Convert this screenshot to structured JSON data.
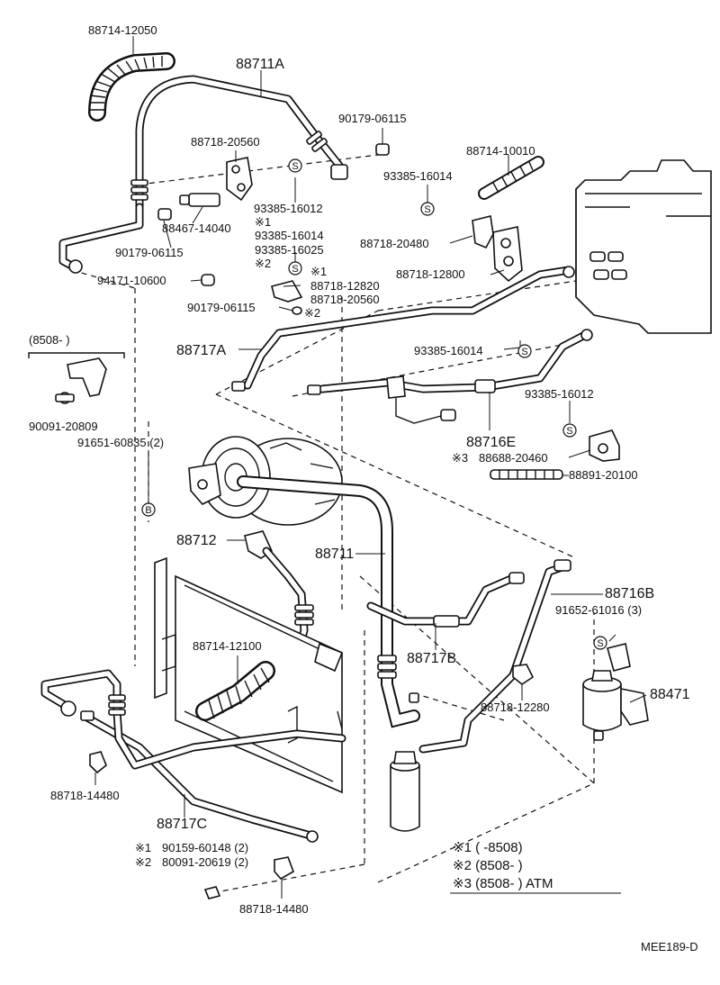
{
  "labels": {
    "p88714_12050": "88714-12050",
    "p88711A": "88711A",
    "p90179_06115_a": "90179-06115",
    "p88718_20560_a": "88718-20560",
    "p88714_10010": "88714-10010",
    "p93385_16014_a": "93385-16014",
    "p93385_16012_a": "93385-16012",
    "p88467_14040": "88467-14040",
    "p93385_16014_b": "93385-16014",
    "p93385_16025": "93385-16025",
    "p90179_06115_b": "90179-06115",
    "p88718_20480": "88718-20480",
    "p88718_12800": "88718-12800",
    "p94171_10600": "94171-10600",
    "p88718_12820": "88718-12820",
    "p88718_20560_b": "88718-20560",
    "p90179_06115_c": "90179-06115",
    "p88717A": "88717A",
    "p93385_16014_c": "93385-16014",
    "p93385_16012_b": "93385-16012",
    "p8508_bracket": "(8508-        )",
    "p90091_20809": "90091-20809",
    "p91651_60835": "91651-60835 (2)",
    "p88716E": "88716E",
    "p88688_20460": "88688-20460",
    "p88891_20100": "88891-20100",
    "p88712": "88712",
    "p88711": "88711",
    "p88716B": "88716B",
    "p91652_61016": "91652-61016 (3)",
    "p88714_12100": "88714-12100",
    "p88717B": "88717B",
    "p88471": "88471",
    "p88718_12280": "88718-12280",
    "p88718_14480_a": "88718-14480",
    "p88717C": "88717C",
    "p90159_60148": "90159-60148 (2)",
    "p80091_20619": "80091-20619 (2)",
    "p88718_14480_b": "88718-14480",
    "catalog_code": "MEE189-D"
  },
  "marks": {
    "star1": "※1",
    "star2": "※2",
    "star3": "※3",
    "s": "S",
    "b": "B"
  },
  "legend": {
    "line1": "※1 (        -8508)",
    "line2": "※2 (8508-        )",
    "line3": "※3 (8508-        ) ATM"
  }
}
